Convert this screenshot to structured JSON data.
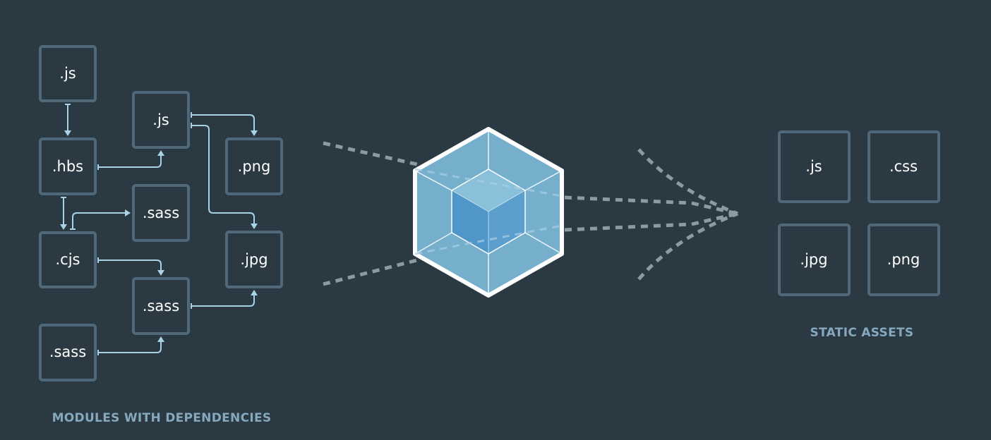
{
  "diagram": {
    "modules": {
      "caption": "MODULES WITH DEPENDENCIES",
      "boxes": [
        {
          "id": "js-top",
          "label": ".js"
        },
        {
          "id": "hbs",
          "label": ".hbs"
        },
        {
          "id": "cjs",
          "label": ".cjs"
        },
        {
          "id": "sass-bottom-left",
          "label": ".sass"
        },
        {
          "id": "js-mid",
          "label": ".js"
        },
        {
          "id": "sass-mid",
          "label": ".sass"
        },
        {
          "id": "sass-low",
          "label": ".sass"
        },
        {
          "id": "png",
          "label": ".png"
        },
        {
          "id": "jpg",
          "label": ".jpg"
        }
      ]
    },
    "assets": {
      "caption": "STATIC ASSETS",
      "boxes": [
        {
          "id": "asset-js",
          "label": ".js"
        },
        {
          "id": "asset-css",
          "label": ".css"
        },
        {
          "id": "asset-jpg",
          "label": ".jpg"
        },
        {
          "id": "asset-png",
          "label": ".png"
        }
      ]
    },
    "colors": {
      "background": "#2b3a42",
      "box_border": "#50697a",
      "connector": "#a9d2e6",
      "caption": "#86a8bf",
      "dashes": "#8b9aa3",
      "cube_outer": "#75afcc",
      "cube_inner": "#4f97c8",
      "cube_outline": "#ffffff"
    },
    "icons": {
      "bundler": "cube-in-hexagon-icon"
    }
  }
}
